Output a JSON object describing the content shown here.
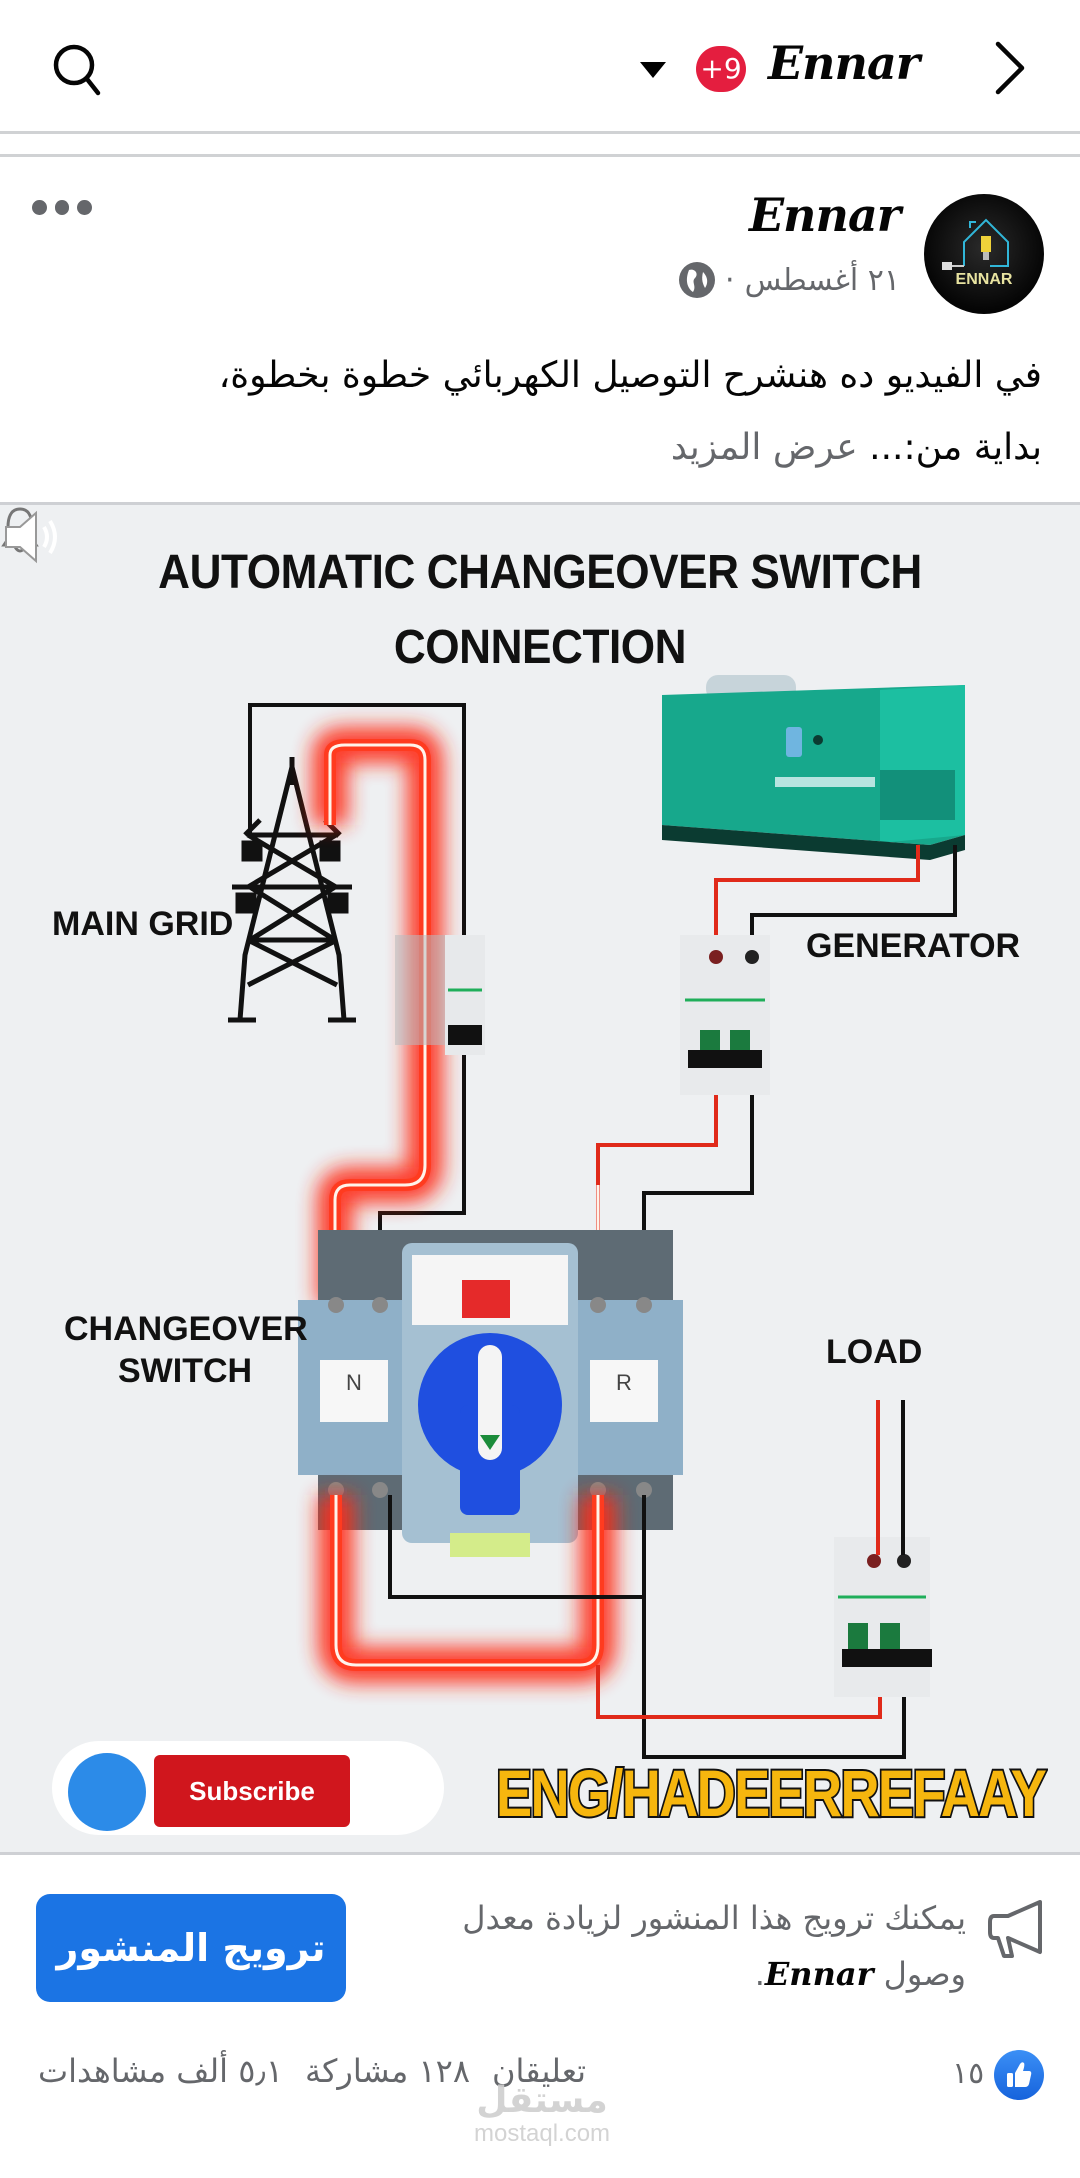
{
  "topbar": {
    "page_name": "Ennar",
    "notification_badge": "+9",
    "icons": {
      "search": "search-icon",
      "dropdown": "caret-down-icon",
      "forward": "chevron-right-icon"
    }
  },
  "post": {
    "author": "Ennar",
    "date": "٢١ أغسطس",
    "separator": "·",
    "privacy_icon": "globe-icon",
    "more_icon": "more-dots-icon",
    "avatar_text": "ENNAR",
    "caption_line1": "في الفيديو ده هنشرح التوصيل الكهربائي خطوة بخطوة،",
    "caption_line2": "بداية من:...",
    "see_more": "عرض المزيد"
  },
  "media": {
    "title_line1": "AUTOMATIC CHANGEOVER SWITCH",
    "title_line2": "CONNECTION",
    "labels": {
      "main_grid": "MAIN GRID",
      "generator": "GENERATOR",
      "changeover_line1": "CHANGEOVER",
      "changeover_line2": "SWITCH",
      "load": "LOAD",
      "switch_left": "N",
      "switch_right": "R"
    },
    "subscribe_label": "Subscribe",
    "credit": "ENG/HADEERREFAAY",
    "colors": {
      "live_wire": "#ff3b1f",
      "neutral_wire": "#111111",
      "generator_body": "#14a68a",
      "switch_body": "#8fb0c8",
      "switch_knob": "#1f4fe0",
      "credit_text": "#f6b60e",
      "subscribe": "#d0161d"
    }
  },
  "promote": {
    "button_label": "ترويج المنشور",
    "text_main": "يمكنك ترويج هذا المنشور لزيادة معدل وصول",
    "text_brand": "Ennar",
    "text_end": "."
  },
  "stats": {
    "likes": "١٥",
    "comments": "تعليقان",
    "shares": "١٢٨ مشاركة",
    "views": "٥٫١ ألف مشاهدات"
  },
  "watermark": {
    "arabic": "مستقل",
    "latin": "mostaql.com"
  },
  "brand_color": "#1b74e4"
}
